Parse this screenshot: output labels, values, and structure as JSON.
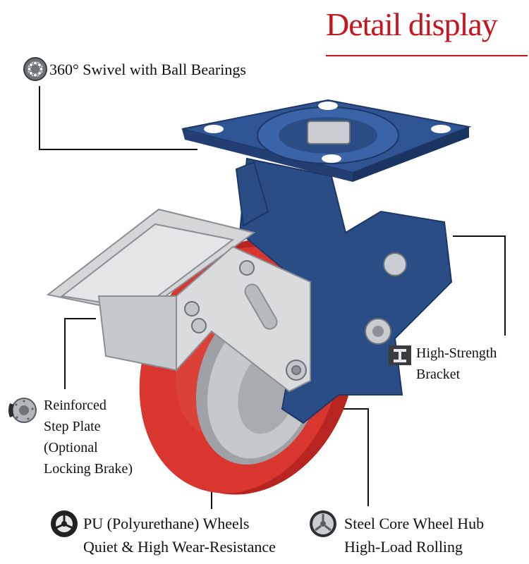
{
  "header": {
    "title": "Detail display"
  },
  "features": {
    "swivel": {
      "label": "360° Swivel with Ball Bearings",
      "icon": "ball-bearing-icon"
    },
    "bracket": {
      "line1": "High-Strength",
      "line2": "Bracket",
      "icon": "i-beam-icon"
    },
    "step_plate": {
      "line1": "Reinforced",
      "line2": "Step Plate",
      "line3": "(Optional",
      "line4": "Locking Brake)",
      "icon": "disc-brake-icon"
    },
    "pu_wheels": {
      "line1": "PU (Polyurethane) Wheels",
      "line2": "Quiet & High Wear-Resistance",
      "icon": "wheel-icon"
    },
    "steel_hub": {
      "line1": "Steel Core Wheel Hub",
      "line2": "High-Load Rolling",
      "icon": "wheel-hub-icon"
    }
  },
  "colors": {
    "title_red": "#c8141c",
    "bracket_blue": "#2a4d86",
    "wheel_red": "#d8362e",
    "hub_silver": "#b9bcc0",
    "plate_silver": "#d4d6d8"
  }
}
